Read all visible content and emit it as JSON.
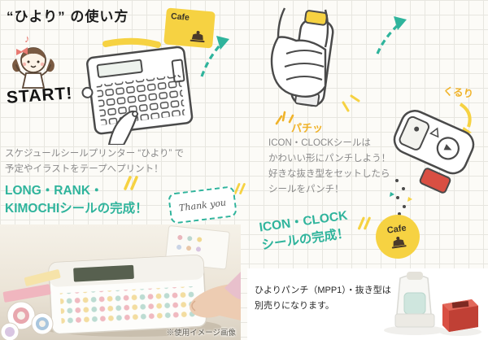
{
  "page": {
    "title": "“ひより” の使い方"
  },
  "icons": {
    "music_note": "♪"
  },
  "left": {
    "start": "START!",
    "cafe_text": "Cafe",
    "desc1": "スケジュールシールプリンター “ひより” で",
    "desc2": "予定やイラストをテープへプリント！",
    "done1": "LONG・RANK・",
    "done2": "KIMOCHIシールの完成！",
    "thankyou": "Thank you",
    "photo_caption": "※使用イメージ画像"
  },
  "right": {
    "pachi": "パチッ",
    "kururi": "くるり",
    "desc1": "ICON・CLOCKシールは",
    "desc2": "かわいい形にパンチしよう！",
    "desc3": "好きな抜き型をセットしたら",
    "desc4": "シールをパンチ！",
    "done1": "ICON・CLOCK",
    "done2": "シールの完成！",
    "cafe_text": "Cafe",
    "note1": "ひよりパンチ（MPP1）・抜き型は",
    "note2": "別売りになります。"
  },
  "colors": {
    "teal": "#2fb49c",
    "yellow": "#f6d242",
    "accent_yellow": "#f0b32a",
    "gray_text": "#8a8a8a",
    "red": "#d94f43",
    "ink": "#4a4a4a"
  }
}
